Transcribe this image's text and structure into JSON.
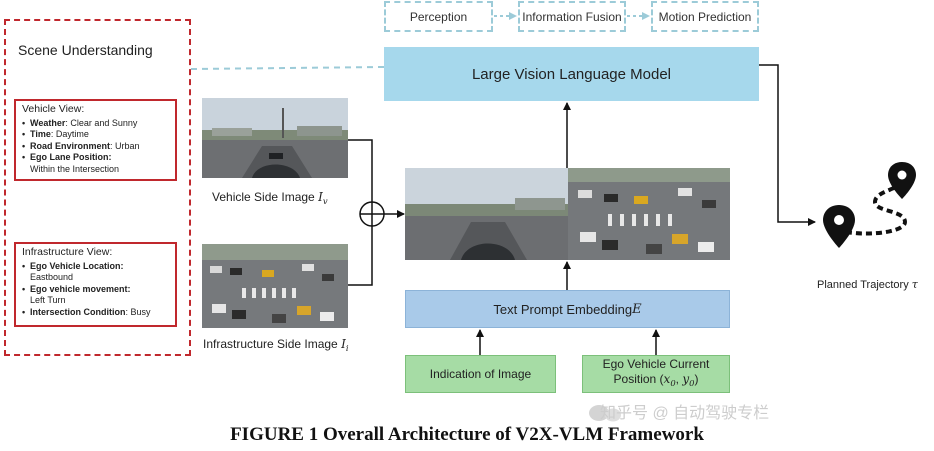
{
  "scene": {
    "title": "Scene Understanding",
    "vehicle_view": {
      "heading": "Vehicle View:",
      "weather_label": "Weather",
      "weather_value": ": Clear and Sunny",
      "time_label": "Time",
      "time_value": ": Daytime",
      "road_label": "Road Environment",
      "road_value": ": Urban",
      "lane_label": "Ego Lane Position",
      "lane_value": ":",
      "lane_detail": "Within the Intersection"
    },
    "infrastructure_view": {
      "heading": "Infrastructure View:",
      "location_label": "Ego Vehicle Location",
      "location_value": ":",
      "location_detail": "Eastbound",
      "movement_label": "Ego vehicle movement",
      "movement_value": ":",
      "movement_detail": "Left Turn",
      "condition_label": "Intersection Condition",
      "condition_value": ": Busy"
    }
  },
  "tasks": {
    "perception": "Perception",
    "fusion": "Information Fusion",
    "motion": "Motion Prediction"
  },
  "model": {
    "label": "Large Vision Language Model"
  },
  "inputs": {
    "vehicle_caption": "Vehicle Side Image ",
    "vehicle_symbol": "I",
    "vehicle_sub": "v",
    "infra_caption": "Infrastructure Side Image ",
    "infra_symbol": "I",
    "infra_sub": "i",
    "concat_symbol": "⊕"
  },
  "prompt": {
    "embedding_label": "Text Prompt Embedding ",
    "embedding_symbol": "E",
    "indication": "Indication of Image",
    "ego_line1": "Ego Vehicle Current",
    "ego_line2_prefix": "Position (",
    "x_sym": "x",
    "x_sub": "0",
    "y_sym": "y",
    "y_sub": "0",
    "ego_line2_suffix": ")"
  },
  "output": {
    "caption": "Planned Trajectory ",
    "symbol": "τ"
  },
  "figure_caption": "FIGURE 1 Overall Architecture of V2X-VLM Framework",
  "watermark": "知乎号 @ 自动驾驶专栏",
  "colors": {
    "scene_border": "#c0282d",
    "task_border": "#9ccbd8",
    "model_fill": "#a6d8ec",
    "prompt_fill": "#a9cae9",
    "input_fill": "#a6dca5"
  }
}
